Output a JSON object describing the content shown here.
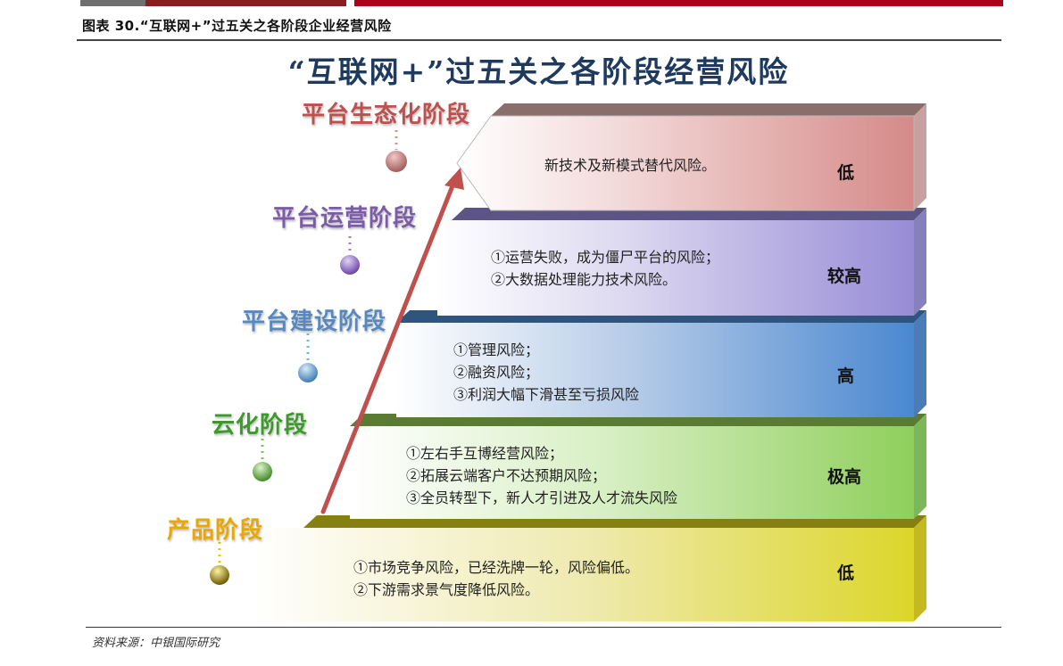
{
  "header": {
    "figure_caption": "图表 30.“互联网+”过五关之各阶段企业经营风险",
    "accent_colors": {
      "grey": "#6f6f6f",
      "dark_red": "#8c1c1f",
      "red": "#a8001e"
    }
  },
  "diagram": {
    "title": "“互联网+”过五关之各阶段经营风险",
    "arrow": {
      "color": "#c0504d",
      "direction": "up-right"
    },
    "stages": [
      {
        "name": "平台生态化阶段",
        "color": "#c0504d",
        "risks": [
          "新技术及新模式替代风险。"
        ],
        "level": "低",
        "bar_color": "#d99694"
      },
      {
        "name": "平台运营阶段",
        "color": "#8064a2",
        "risks": [
          "①运营失败，成为僵尸平台的风险；",
          "②大数据处理能力技术风险。"
        ],
        "level": "较高",
        "bar_color": "#9d93d8"
      },
      {
        "name": "平台建设阶段",
        "color": "#4f81bd",
        "risks": [
          "①管理风险；",
          "②融资风险；",
          "③利润大幅下滑甚至亏损风险"
        ],
        "level": "高",
        "bar_color": "#4f8bd0"
      },
      {
        "name": "云化阶段",
        "color": "#4e9a2e",
        "risks": [
          "①左右手互博经营风险；",
          "②拓展云端客户不达预期风险；",
          "③全员转型下，新人才引进及人才流失风险"
        ],
        "level": "极高",
        "bar_color": "#92d050"
      },
      {
        "name": "产品阶段",
        "color": "#e8a800",
        "risks": [
          "①市场竞争风险，已经洗牌一轮，风险偏低。",
          "②下游需求景气度降低风险。"
        ],
        "level": "低",
        "bar_color": "#d8d62a"
      }
    ]
  },
  "footer": {
    "source": "资料来源：中银国际研究"
  }
}
